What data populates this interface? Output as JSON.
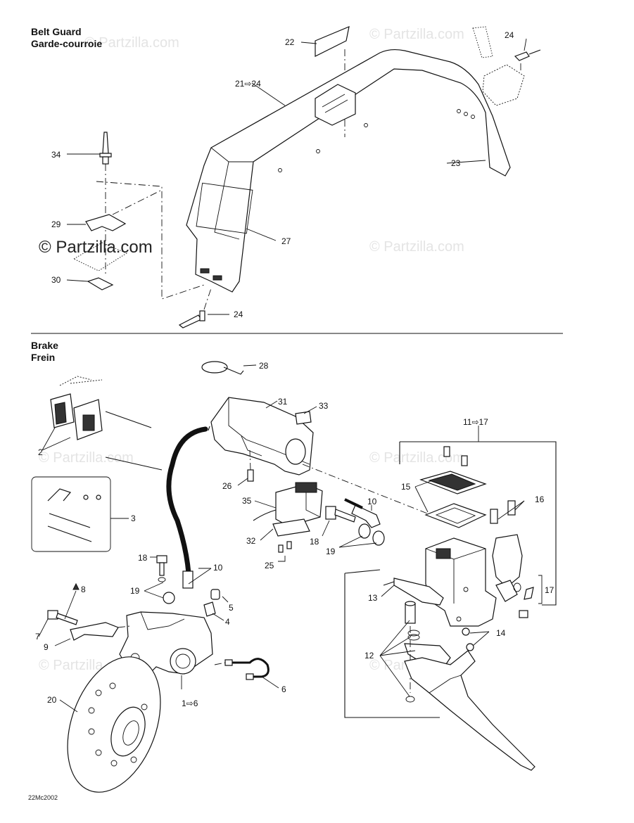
{
  "sections": {
    "belt_guard": {
      "title_en": "Belt Guard",
      "title_fr": "Garde-courroie"
    },
    "brake": {
      "title_en": "Brake",
      "title_fr": "Frein"
    }
  },
  "callouts": {
    "c22": "22",
    "c24a": "24",
    "c21": "21⇨24",
    "c34": "34",
    "c23": "23",
    "c29": "29",
    "c27": "27",
    "c30": "30",
    "c24b": "24",
    "c28": "28",
    "c31": "31",
    "c33": "33",
    "c11": "11⇨17",
    "c2": "2",
    "c26": "26",
    "c15": "15",
    "c35": "35",
    "c10a": "10",
    "c16": "16",
    "c3": "3",
    "c32": "32",
    "c18a": "18",
    "c19a": "19",
    "c25": "25",
    "c18b": "18",
    "c10b": "10",
    "c17": "17",
    "c19b": "19",
    "c13": "13",
    "c8": "8",
    "c5": "5",
    "c4": "4",
    "c7": "7",
    "c14": "14",
    "c9": "9",
    "c12": "12",
    "c6": "6",
    "c20": "20",
    "c1": "1⇨6"
  },
  "watermark": {
    "main": "© Partzilla.com",
    "faint": "© Partzilla.com"
  },
  "diagram_code": "22Mc2002"
}
